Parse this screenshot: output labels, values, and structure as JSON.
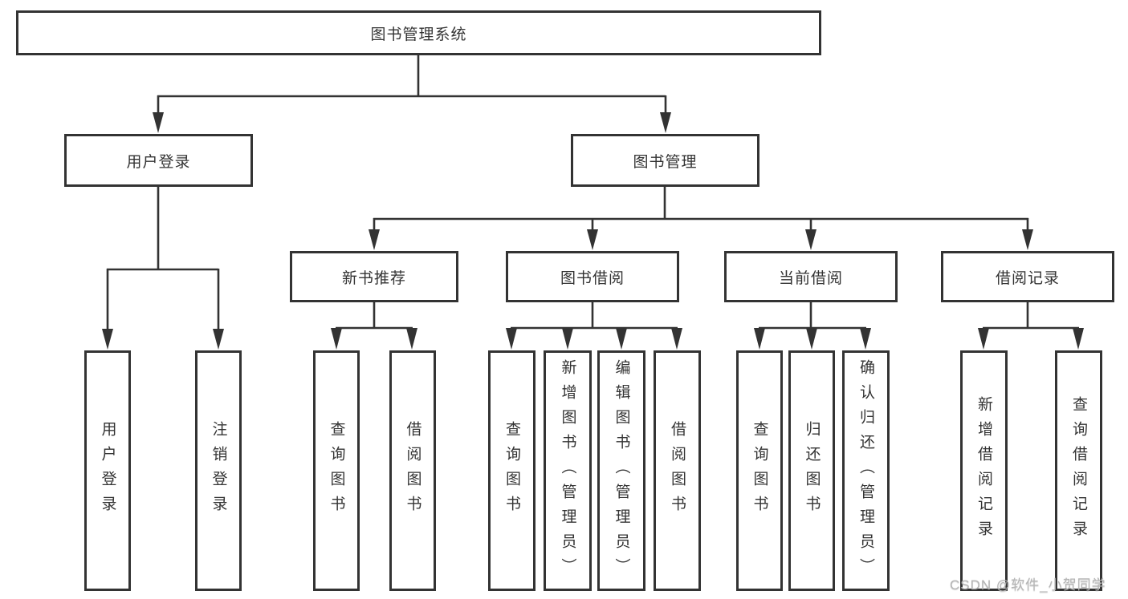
{
  "diagram": {
    "type": "hierarchy-tree",
    "nodes": {
      "root": "图书管理系统",
      "l2": [
        "用户登录",
        "图书管理"
      ],
      "l3": [
        "新书推荐",
        "图书借阅",
        "当前借阅",
        "借阅记录"
      ],
      "leaves": [
        "用户登录",
        "注销登录",
        "查询图书",
        "借阅图书",
        "查询图书",
        "新增图书（管理员）",
        "编辑图书（管理员）",
        "借阅图书",
        "查询图书",
        "归还图书",
        "确认归还（管理员）",
        "新增借阅记录",
        "查询借阅记录"
      ]
    },
    "structure": [
      {
        "parent": "图书管理系统",
        "children": [
          "用户登录",
          "图书管理"
        ]
      },
      {
        "parent": "用户登录",
        "children": [
          "用户登录",
          "注销登录"
        ]
      },
      {
        "parent": "图书管理",
        "children": [
          "新书推荐",
          "图书借阅",
          "当前借阅",
          "借阅记录"
        ]
      },
      {
        "parent": "新书推荐",
        "children": [
          "查询图书",
          "借阅图书"
        ]
      },
      {
        "parent": "图书借阅",
        "children": [
          "查询图书",
          "新增图书（管理员）",
          "编辑图书（管理员）",
          "借阅图书"
        ]
      },
      {
        "parent": "当前借阅",
        "children": [
          "查询图书",
          "归还图书",
          "确认归还（管理员）"
        ]
      },
      {
        "parent": "借阅记录",
        "children": [
          "新增借阅记录",
          "查询借阅记录"
        ]
      }
    ],
    "colors": {
      "line": "#333333",
      "text": "#333333",
      "background": "#ffffff",
      "watermark": "#b5b5b5"
    }
  },
  "watermark": {
    "text": "CSDN @软件_小贺同学"
  }
}
